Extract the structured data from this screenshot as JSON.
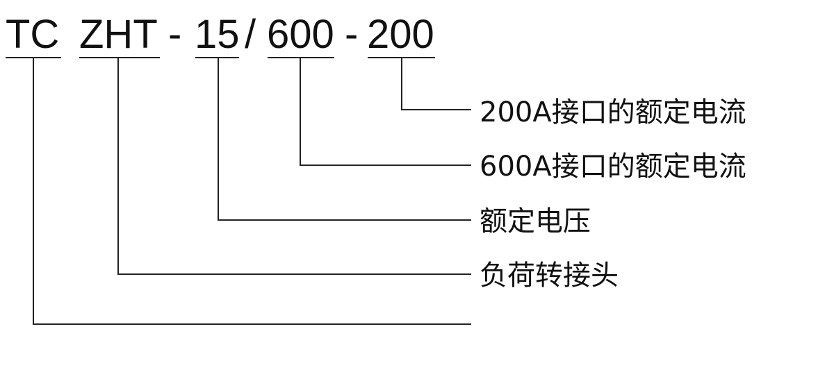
{
  "model_code": {
    "segments": [
      "TC",
      "ZHT",
      "-",
      "15",
      "/",
      "600",
      "-",
      "200"
    ]
  },
  "labels": {
    "seg_200": "200A接口的额定电流",
    "seg_600": "600A接口的额定电流",
    "seg_15": "额定电压",
    "seg_zht": "负荷转接头"
  }
}
